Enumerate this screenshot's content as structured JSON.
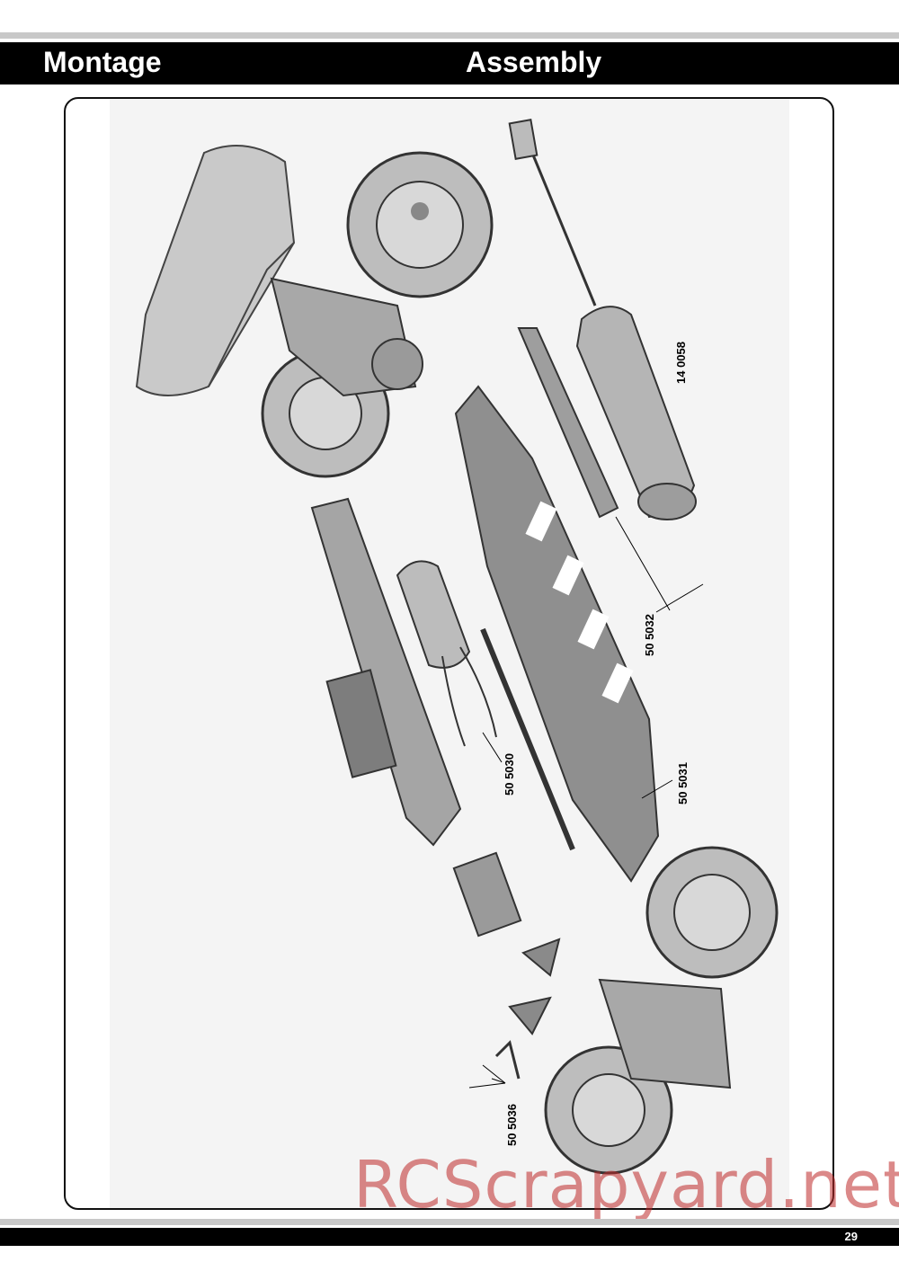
{
  "header": {
    "left_title": "Montage",
    "right_title": "Assembly"
  },
  "parts": {
    "p1": "14 0058",
    "p2": "50 5032",
    "p3": "50 5030",
    "p4": "50 5031",
    "p5": "50 5036"
  },
  "watermark": "RCScrapyard.net",
  "footer": {
    "page_number": "29"
  }
}
